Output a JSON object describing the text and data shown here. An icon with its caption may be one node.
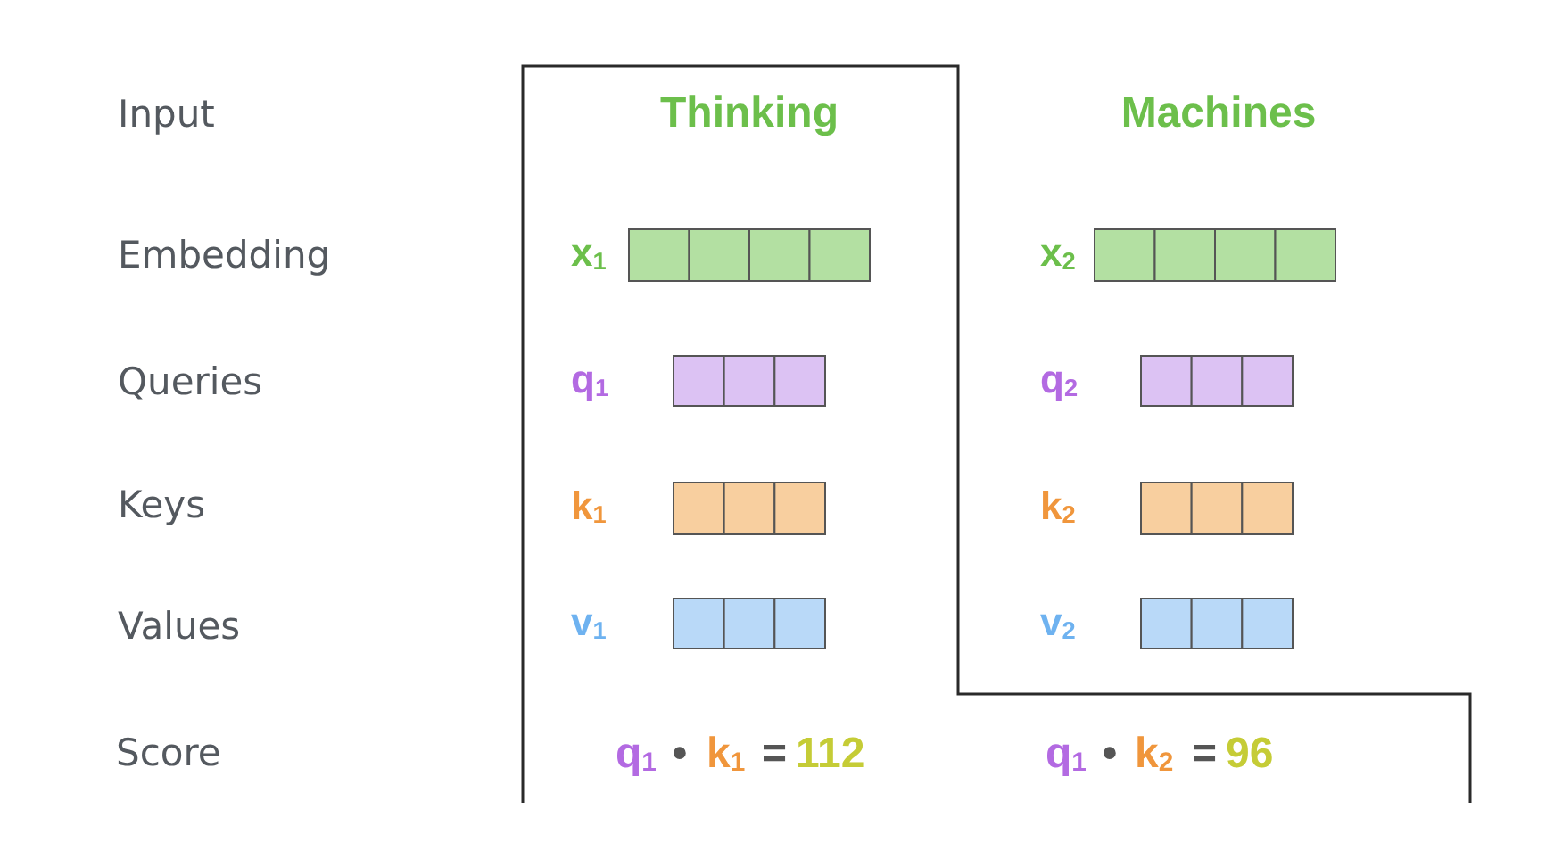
{
  "diagram": {
    "nodes": [
      {
        "text": [],
        "shape": "bar",
        "beside": [
          "x$_{1}$"
        ]
      },
      {
        "text": [],
        "shape": "bar",
        "beside": [
          "x$_{2}$"
        ]
      },
      {
        "text": [],
        "shape": "bar",
        "beside": [
          "q$_{1}$"
        ]
      },
      {
        "text": [],
        "shape": "bar",
        "beside": [
          "q$_{2}$"
        ]
      },
      {
        "text": [],
        "shape": "bar",
        "beside": [
          "k$_{1}$"
        ]
      },
      {
        "text": [],
        "shape": "bar",
        "beside": [
          "k$_{2}$"
        ]
      },
      {
        "text": [],
        "shape": "bar",
        "beside": [
          "v$_{1}$"
        ]
      },
      {
        "text": [],
        "shape": "bar",
        "beside": [
          "v$_{2}$"
        ]
      }
    ],
    "labels": [
      "Input",
      "Thinking",
      "Machines",
      "Embedding",
      "Queries",
      "Keys",
      "Values",
      "Score",
      "q$_{1}$",
      "•",
      "k$_{1}$",
      "=",
      "112",
      "q$_{1}$",
      "•",
      "k$_{2}$",
      "=",
      "96"
    ]
  }
}
